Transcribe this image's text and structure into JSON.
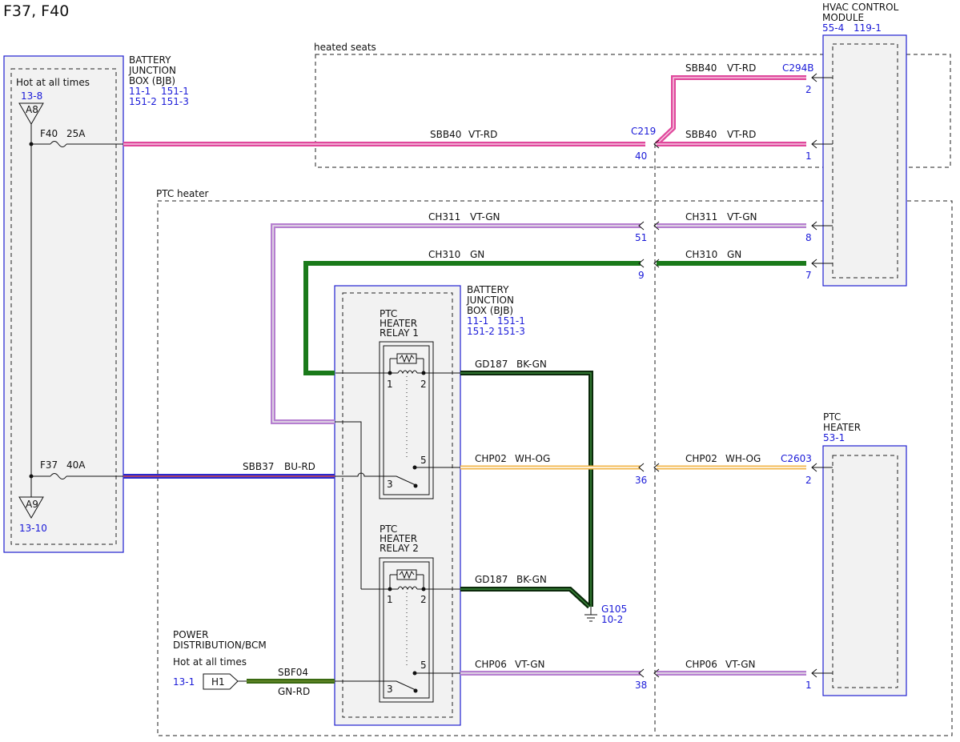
{
  "title": "F37, F40",
  "colors": {
    "component_border": "#2020d0",
    "wire_vt_rd": "#e0489c",
    "wire_vt_gn": "#b67fd0",
    "wire_gn": "#1a7a1a",
    "wire_bk_gn": "#0b2a0b",
    "wire_bu_rd": "#2a2ad0",
    "wire_wh_og": "#f2b64a",
    "wire_gn_rd": "#3a6a12"
  },
  "zones": {
    "heated_seats": "heated seats",
    "ptc_heater": "PTC heater"
  },
  "bjb_left": {
    "name_lines": [
      "BATTERY",
      "JUNCTION",
      "BOX (BJB)"
    ],
    "refs": [
      "11-1",
      "151-1",
      "151-2",
      "151-3"
    ],
    "hot_label": "Hot at all times",
    "top_ref": "13-8",
    "top_terminal": "A8",
    "bottom_terminal": "A9",
    "bottom_ref": "13-10",
    "fuse_f40": "F40",
    "fuse_f40_rating": "25A",
    "fuse_f37": "F37",
    "fuse_f37_rating": "40A"
  },
  "hvac_module": {
    "name_lines": [
      "HVAC CONTROL",
      "MODULE"
    ],
    "refs": [
      "55-4",
      "119-1"
    ]
  },
  "bjb_center": {
    "name_lines": [
      "BATTERY",
      "JUNCTION",
      "BOX (BJB)"
    ],
    "refs": [
      "11-1",
      "151-1",
      "151-2",
      "151-3"
    ],
    "relay1_lines": [
      "PTC",
      "HEATER",
      "RELAY 1"
    ],
    "relay2_lines": [
      "PTC",
      "HEATER",
      "RELAY 2"
    ],
    "pins": [
      "1",
      "2",
      "5",
      "3"
    ]
  },
  "ptc_heater_comp": {
    "name_lines": [
      "PTC",
      "HEATER"
    ],
    "ref": "53-1"
  },
  "power_dist": {
    "name_lines": [
      "POWER",
      "DISTRIBUTION/BCM"
    ],
    "hot_label": "Hot at all times",
    "ref": "13-1",
    "terminal": "H1"
  },
  "ground": {
    "name": "G105",
    "ref": "10-2"
  },
  "connectors": {
    "c294b": "C294B",
    "c219": "C219",
    "c2603": "C2603"
  },
  "circuits": {
    "sbb40": "SBB40",
    "vt_rd": "VT-RD",
    "ch311": "CH311",
    "vt_gn": "VT-GN",
    "ch310": "CH310",
    "gn": "GN",
    "gd187": "GD187",
    "bk_gn": "BK-GN",
    "chp02": "CHP02",
    "wh_og": "WH-OG",
    "sbb37": "SBB37",
    "bu_rd": "BU-RD",
    "chp06": "CHP06",
    "sbf04": "SBF04",
    "gn_rd": "GN-RD"
  },
  "pin_numbers": {
    "c294b_pin": "2",
    "c219_left_pin_sbb40": "40",
    "hvac_pin_sbb40": "1",
    "c219_ch311": "51",
    "hvac_ch311": "8",
    "c219_ch310": "9",
    "hvac_ch310": "7",
    "c219_chp02": "36",
    "ptc_chp02": "2",
    "c219_chp06": "38",
    "ptc_chp06": "1"
  }
}
